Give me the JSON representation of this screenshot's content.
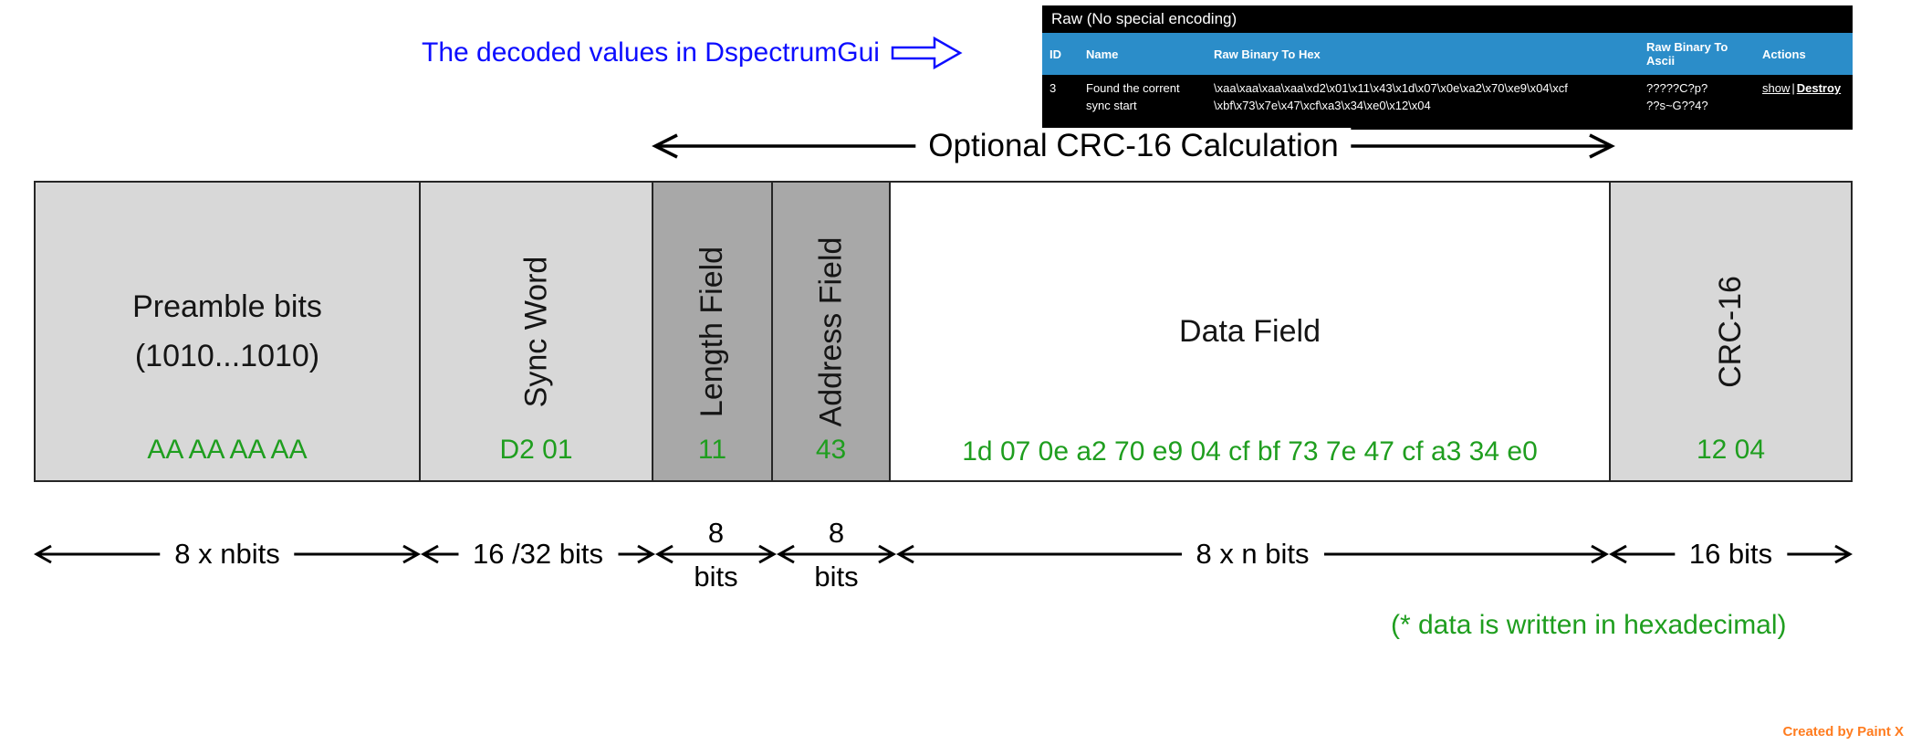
{
  "colors": {
    "green": "#1f9e1f",
    "blue": "#0d0dff",
    "header_blue": "#2b8dc9",
    "light_gray": "#d8d8d8",
    "dark_gray": "#a8a8a8",
    "orange": "#ff7c1f"
  },
  "annotation": {
    "decoded_note": "The decoded values in DspectrumGui",
    "crc_span_label": "Optional CRC-16 Calculation",
    "hex_note": "(* data is written in hexadecimal)",
    "credit": "Created by Paint X"
  },
  "table": {
    "title": "Raw (No special encoding)",
    "columns": [
      "ID",
      "Name",
      "Raw Binary To Hex",
      "Raw Binary To Ascii",
      "Actions"
    ],
    "row": {
      "id": "3",
      "name": "Found the corrent sync start",
      "hex_line1": "\\xaa\\xaa\\xaa\\xaa\\xd2\\x01\\x11\\x43\\x1d\\x07\\x0e\\xa2\\x70\\xe9\\x04\\xcf",
      "hex_line2": "\\xbf\\x73\\x7e\\x47\\xcf\\xa3\\x34\\xe0\\x12\\x04",
      "ascii_line1": "?????C?p?",
      "ascii_line2": "??s~G??4?",
      "action_show": "show",
      "action_separator": "|",
      "action_destroy": "Destroy"
    }
  },
  "frame": {
    "fields": [
      {
        "line1": "Preamble bits",
        "line2": "(1010...1010)",
        "value": "AA AA AA AA"
      },
      {
        "label": "Sync Word",
        "value": "D2 01"
      },
      {
        "label": "Length Field",
        "value": "11"
      },
      {
        "label": "Address Field",
        "value": "43"
      },
      {
        "label": "Data Field",
        "value": "1d 07 0e a2 70 e9 04 cf bf 73 7e 47 cf a3 34 e0"
      },
      {
        "label": "CRC-16",
        "value": "12 04"
      }
    ]
  },
  "dimensions": {
    "preamble": "8 x nbits",
    "sync": "16 /32 bits",
    "length_top": "8",
    "length_bottom": "bits",
    "address_top": "8",
    "address_bottom": "bits",
    "data": "8 x n bits",
    "crc": "16 bits"
  }
}
